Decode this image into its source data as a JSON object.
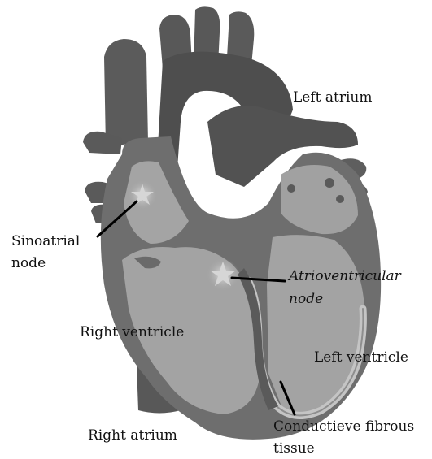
{
  "labels": {
    "left_atrium": "Left atrium",
    "sinoatrial_line1": "Sinoatrial",
    "sinoatrial_line2": "node",
    "atrioventricular_line1": "Atrioventricular",
    "atrioventricular_line2": "node",
    "right_ventricle": "Right ventricle",
    "left_ventricle": "Left ventricle",
    "right_atrium": "Right atrium",
    "conductive_line1": "Conductieve fibrous",
    "conductive_line2": "tissue"
  },
  "colors": {
    "outer_tissue": "#6e6e6e",
    "dark_tissue": "#545454",
    "vessel": "#5e5e5e",
    "chamber": "#a3a3a3",
    "conductive": "#c2c2c2",
    "node_glow": "#d0d0d0",
    "background": "#ffffff"
  }
}
